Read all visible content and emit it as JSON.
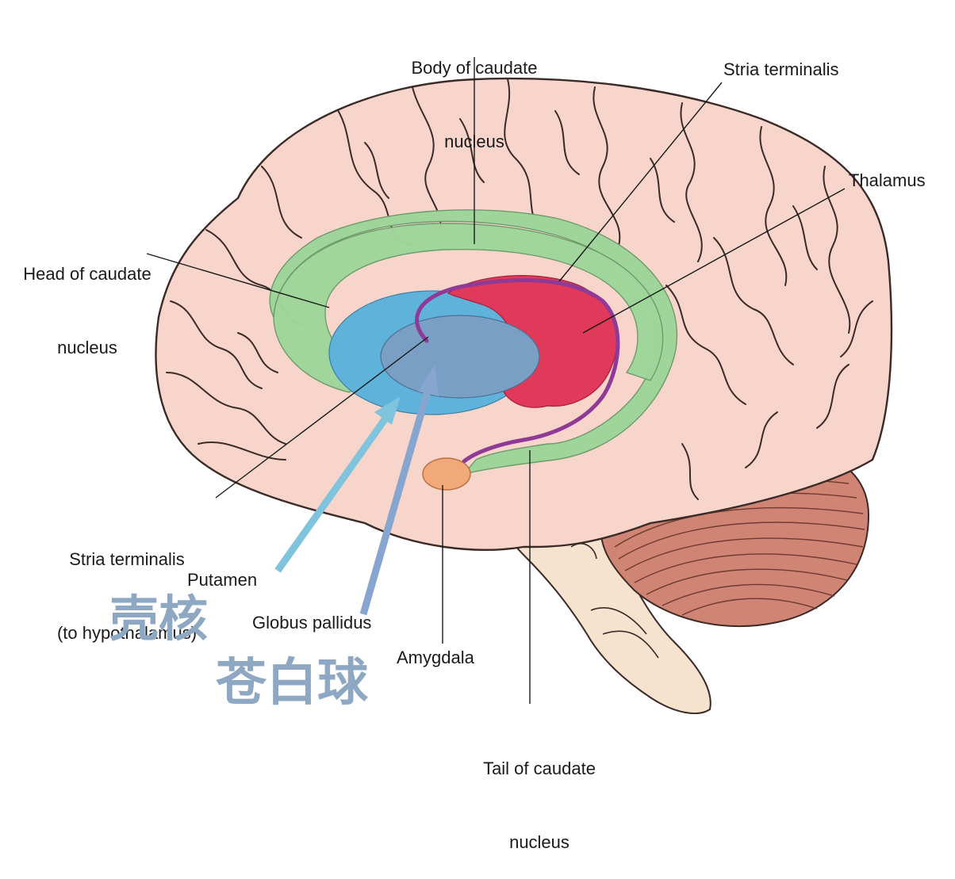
{
  "labels": {
    "body_caudate": [
      "Body of caudate",
      "nucleus"
    ],
    "stria_terminalis": "Stria terminalis",
    "thalamus": "Thalamus",
    "head_caudate": [
      "Head of caudate",
      "nucleus"
    ],
    "stria_hypothalamus": [
      "Stria terminalis",
      "(to hypothalamus)"
    ],
    "putamen": "Putamen",
    "globus_pallidus": "Globus pallidus",
    "amygdala": "Amygdala",
    "tail_caudate": [
      "Tail of caudate",
      "nucleus"
    ]
  },
  "overlay": {
    "putamen_cn": "壳核",
    "globus_pallidus_cn": "苍白球"
  },
  "colors": {
    "cortex": "#f7d5cb",
    "gyri_outline": "#3a2a28",
    "caudate": "#9fd59b",
    "putamen": "#5fb2d9",
    "globus_pallidus": "#7a9fc4",
    "thalamus": "#e0395a",
    "stria": "#8e3a96",
    "amygdala": "#f2a97a",
    "cerebellum": "#cf8474",
    "brainstem": "#f6e3cf",
    "arrow_putamen": "#7fc3dc",
    "arrow_pallidus": "#86a6cf",
    "cjk_text": "#8ea8c3"
  }
}
